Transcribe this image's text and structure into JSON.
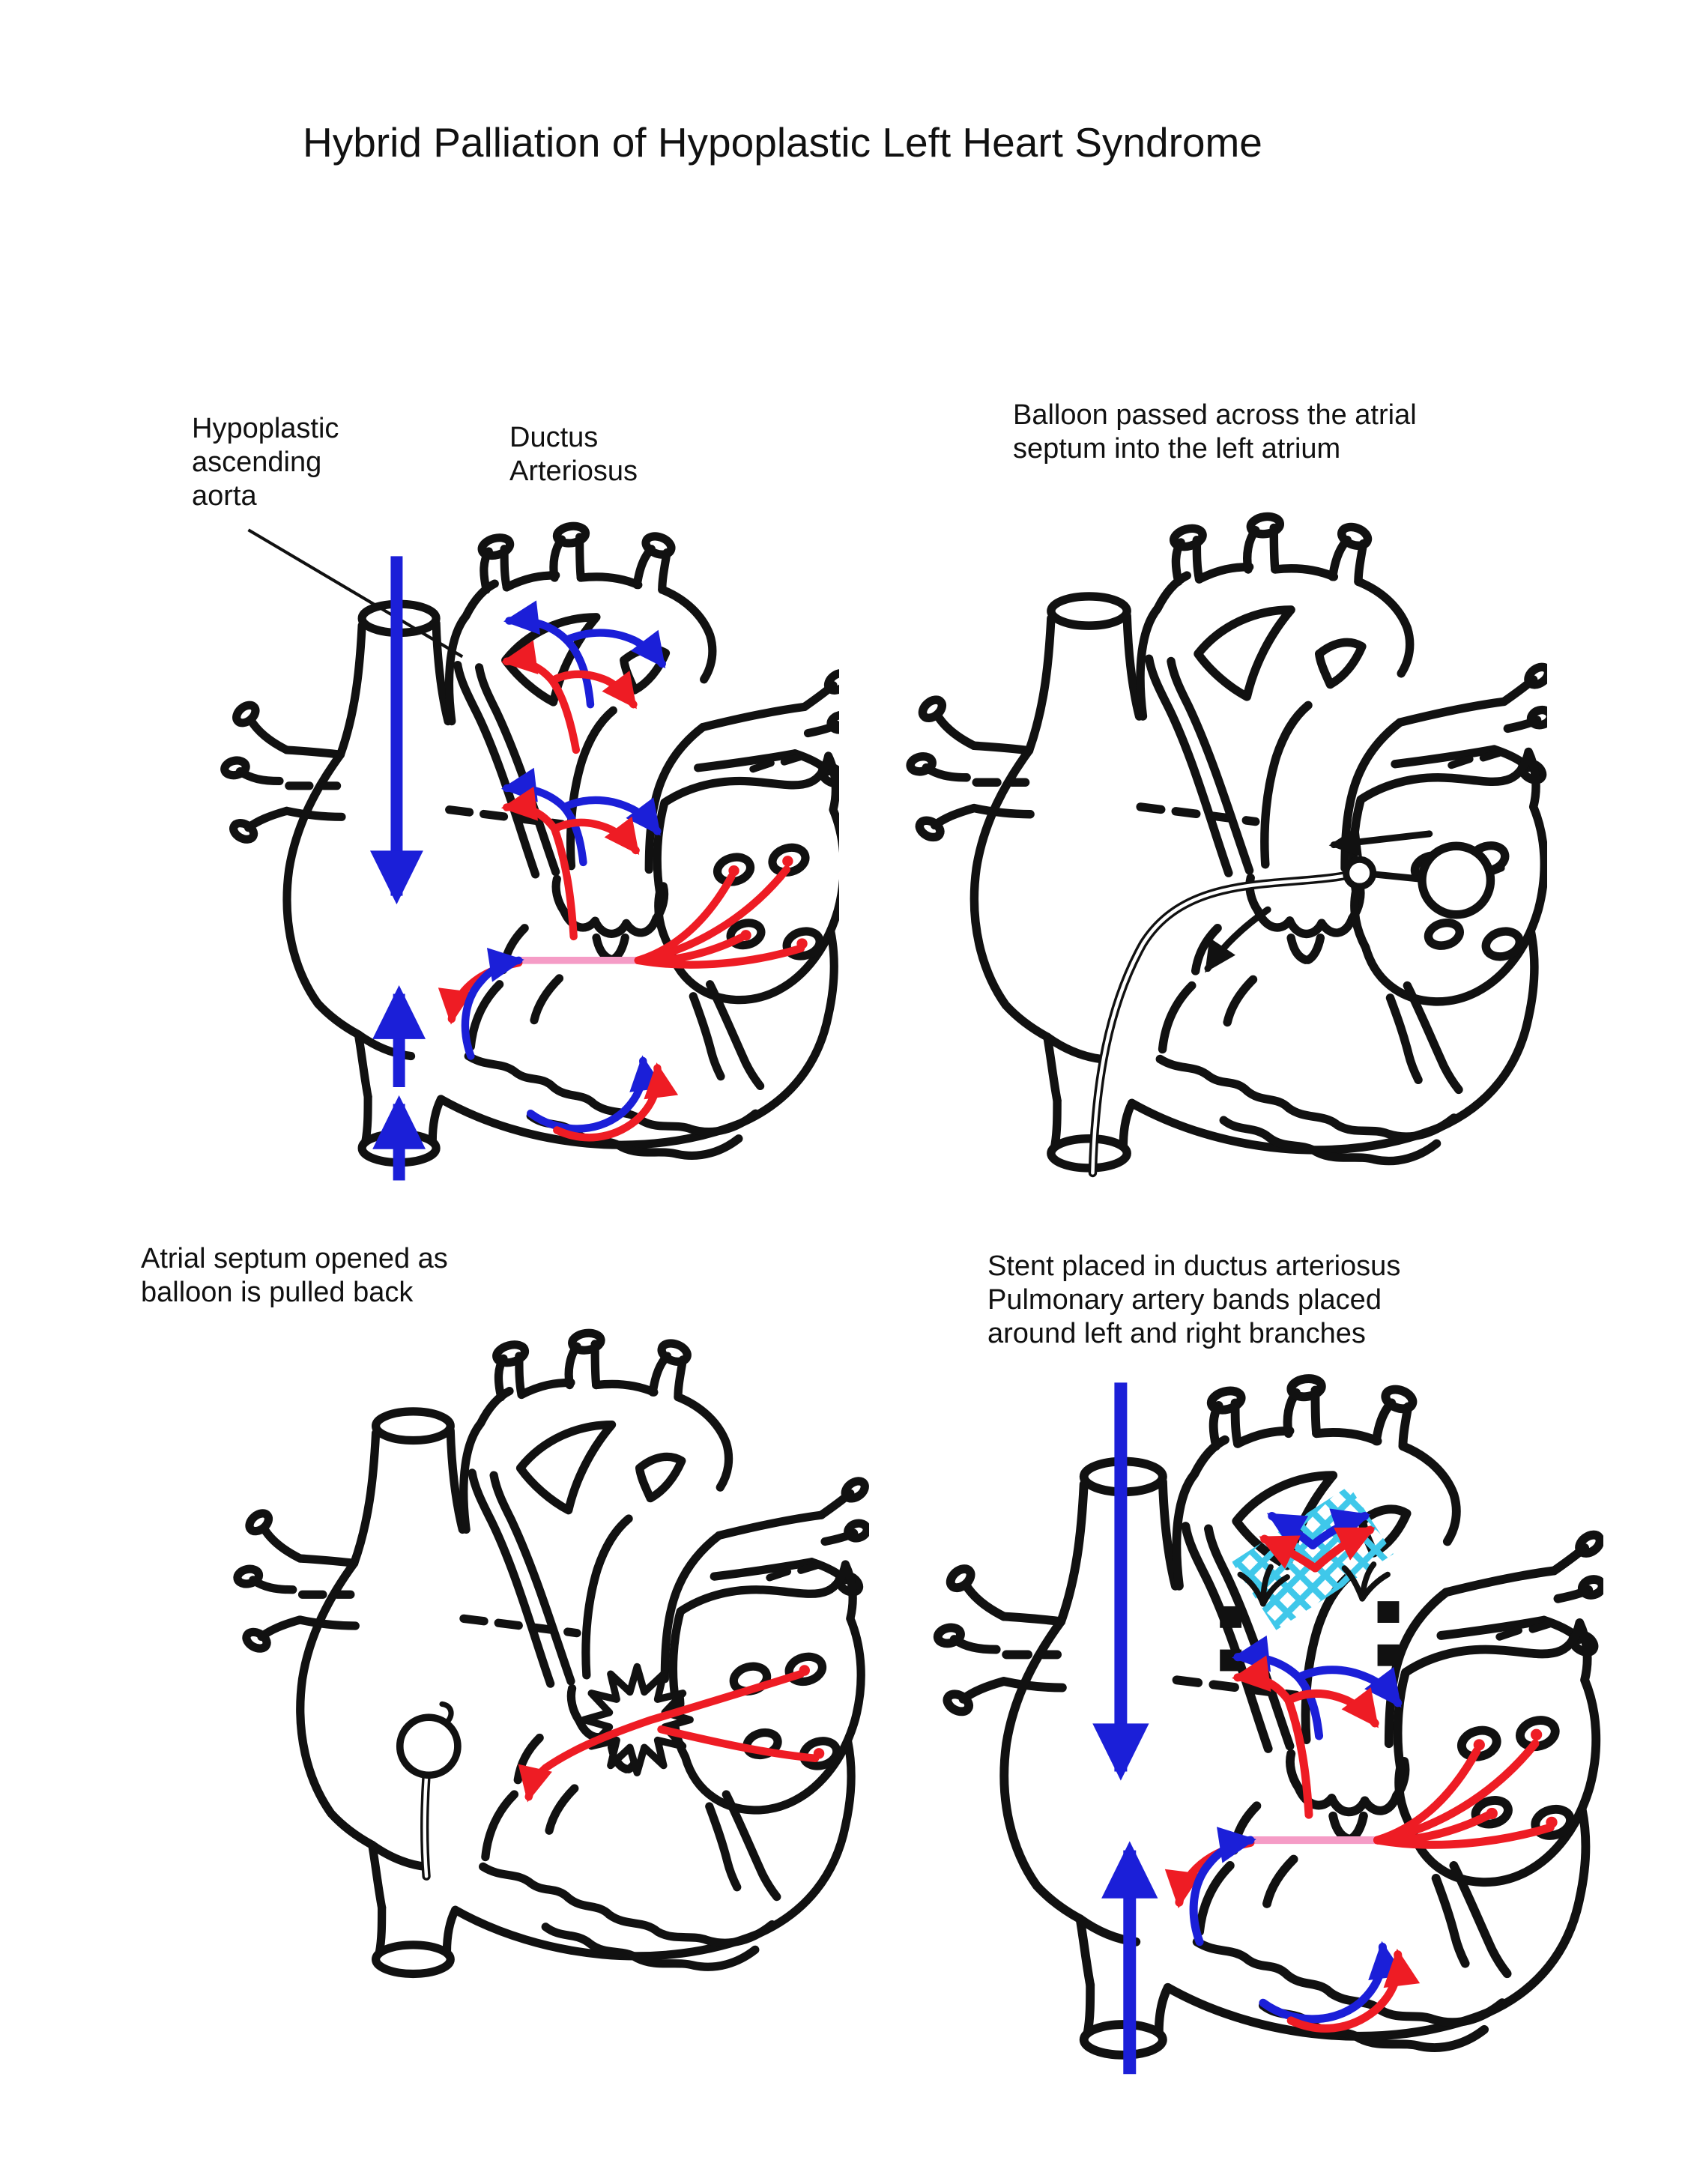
{
  "title": "Hybrid Palliation of Hypoplastic Left Heart Syndrome",
  "colors": {
    "deoxygenated_flow_blue": "#1b1fd8",
    "oxygenated_flow_red": "#ee1c24",
    "atrial_septum_pink": "#f59cc6",
    "stent_mesh_cyan": "#3fc8ea",
    "line_art_black": "#111111",
    "background": "#ffffff"
  },
  "panels": {
    "top_left": {
      "aorta_label_lines": [
        "Hypoplastic",
        "ascending",
        "aorta"
      ],
      "ductus_label_lines": [
        "Ductus",
        "Arteriosus"
      ]
    },
    "top_right": {
      "caption_lines": [
        "Balloon passed across the atrial",
        "septum into the left atrium"
      ]
    },
    "bottom_left": {
      "caption_lines": [
        "Atrial septum opened as",
        "balloon is pulled back"
      ]
    },
    "bottom_right": {
      "caption_lines": [
        "Stent placed in ductus arteriosus",
        "Pulmonary artery bands placed",
        "around left and right branches"
      ]
    }
  }
}
